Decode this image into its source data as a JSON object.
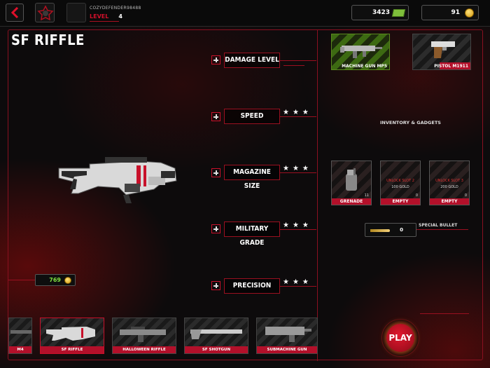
{
  "header": {
    "username": "COZYDEFENDER98488",
    "level_label": "LEVEL",
    "level_value": "4",
    "cash": "3423",
    "gold": "91"
  },
  "weapon": {
    "title": "SF RIFFLE"
  },
  "stats": [
    {
      "label": "DAMAGE LEVEL",
      "stars": ""
    },
    {
      "label": "SPEED",
      "stars": "★★★"
    },
    {
      "label": "MAGAZINE SIZE",
      "stars": "★★★"
    },
    {
      "label": "MILITARY GRADE",
      "stars": "★★★"
    },
    {
      "label": "PRECISION",
      "stars": "★★★"
    }
  ],
  "weapon_cost": "769",
  "equipped": [
    {
      "label": "MACHINE GUN MP5"
    },
    {
      "label": "PISTOL M1911"
    }
  ],
  "inventory": {
    "title": "INVENTORY & GADGETS",
    "gadgets": [
      {
        "label": "GRENADE",
        "count": "11",
        "unlock": "",
        "price": ""
      },
      {
        "label": "EMPTY",
        "count": "0",
        "unlock": "UNLOCK SLOT 2",
        "price": "100 GOLD"
      },
      {
        "label": "EMPTY",
        "count": "0",
        "unlock": "UNLOCK SLOT 3",
        "price": "200 GOLD"
      }
    ],
    "special_bullet_count": "0",
    "special_bullet_label": "SPECIAL BULLET"
  },
  "weapon_list": [
    {
      "label": "M4"
    },
    {
      "label": "SF RIFFLE"
    },
    {
      "label": "HALLOWEEN RIFFLE"
    },
    {
      "label": "SF SHOTGUN"
    },
    {
      "label": "SUBMACHINE GUN"
    }
  ],
  "play_label": "PLAY",
  "colors": {
    "accent": "#c8102a",
    "cash": "#7fbf3b",
    "gold": "#e0b020"
  }
}
